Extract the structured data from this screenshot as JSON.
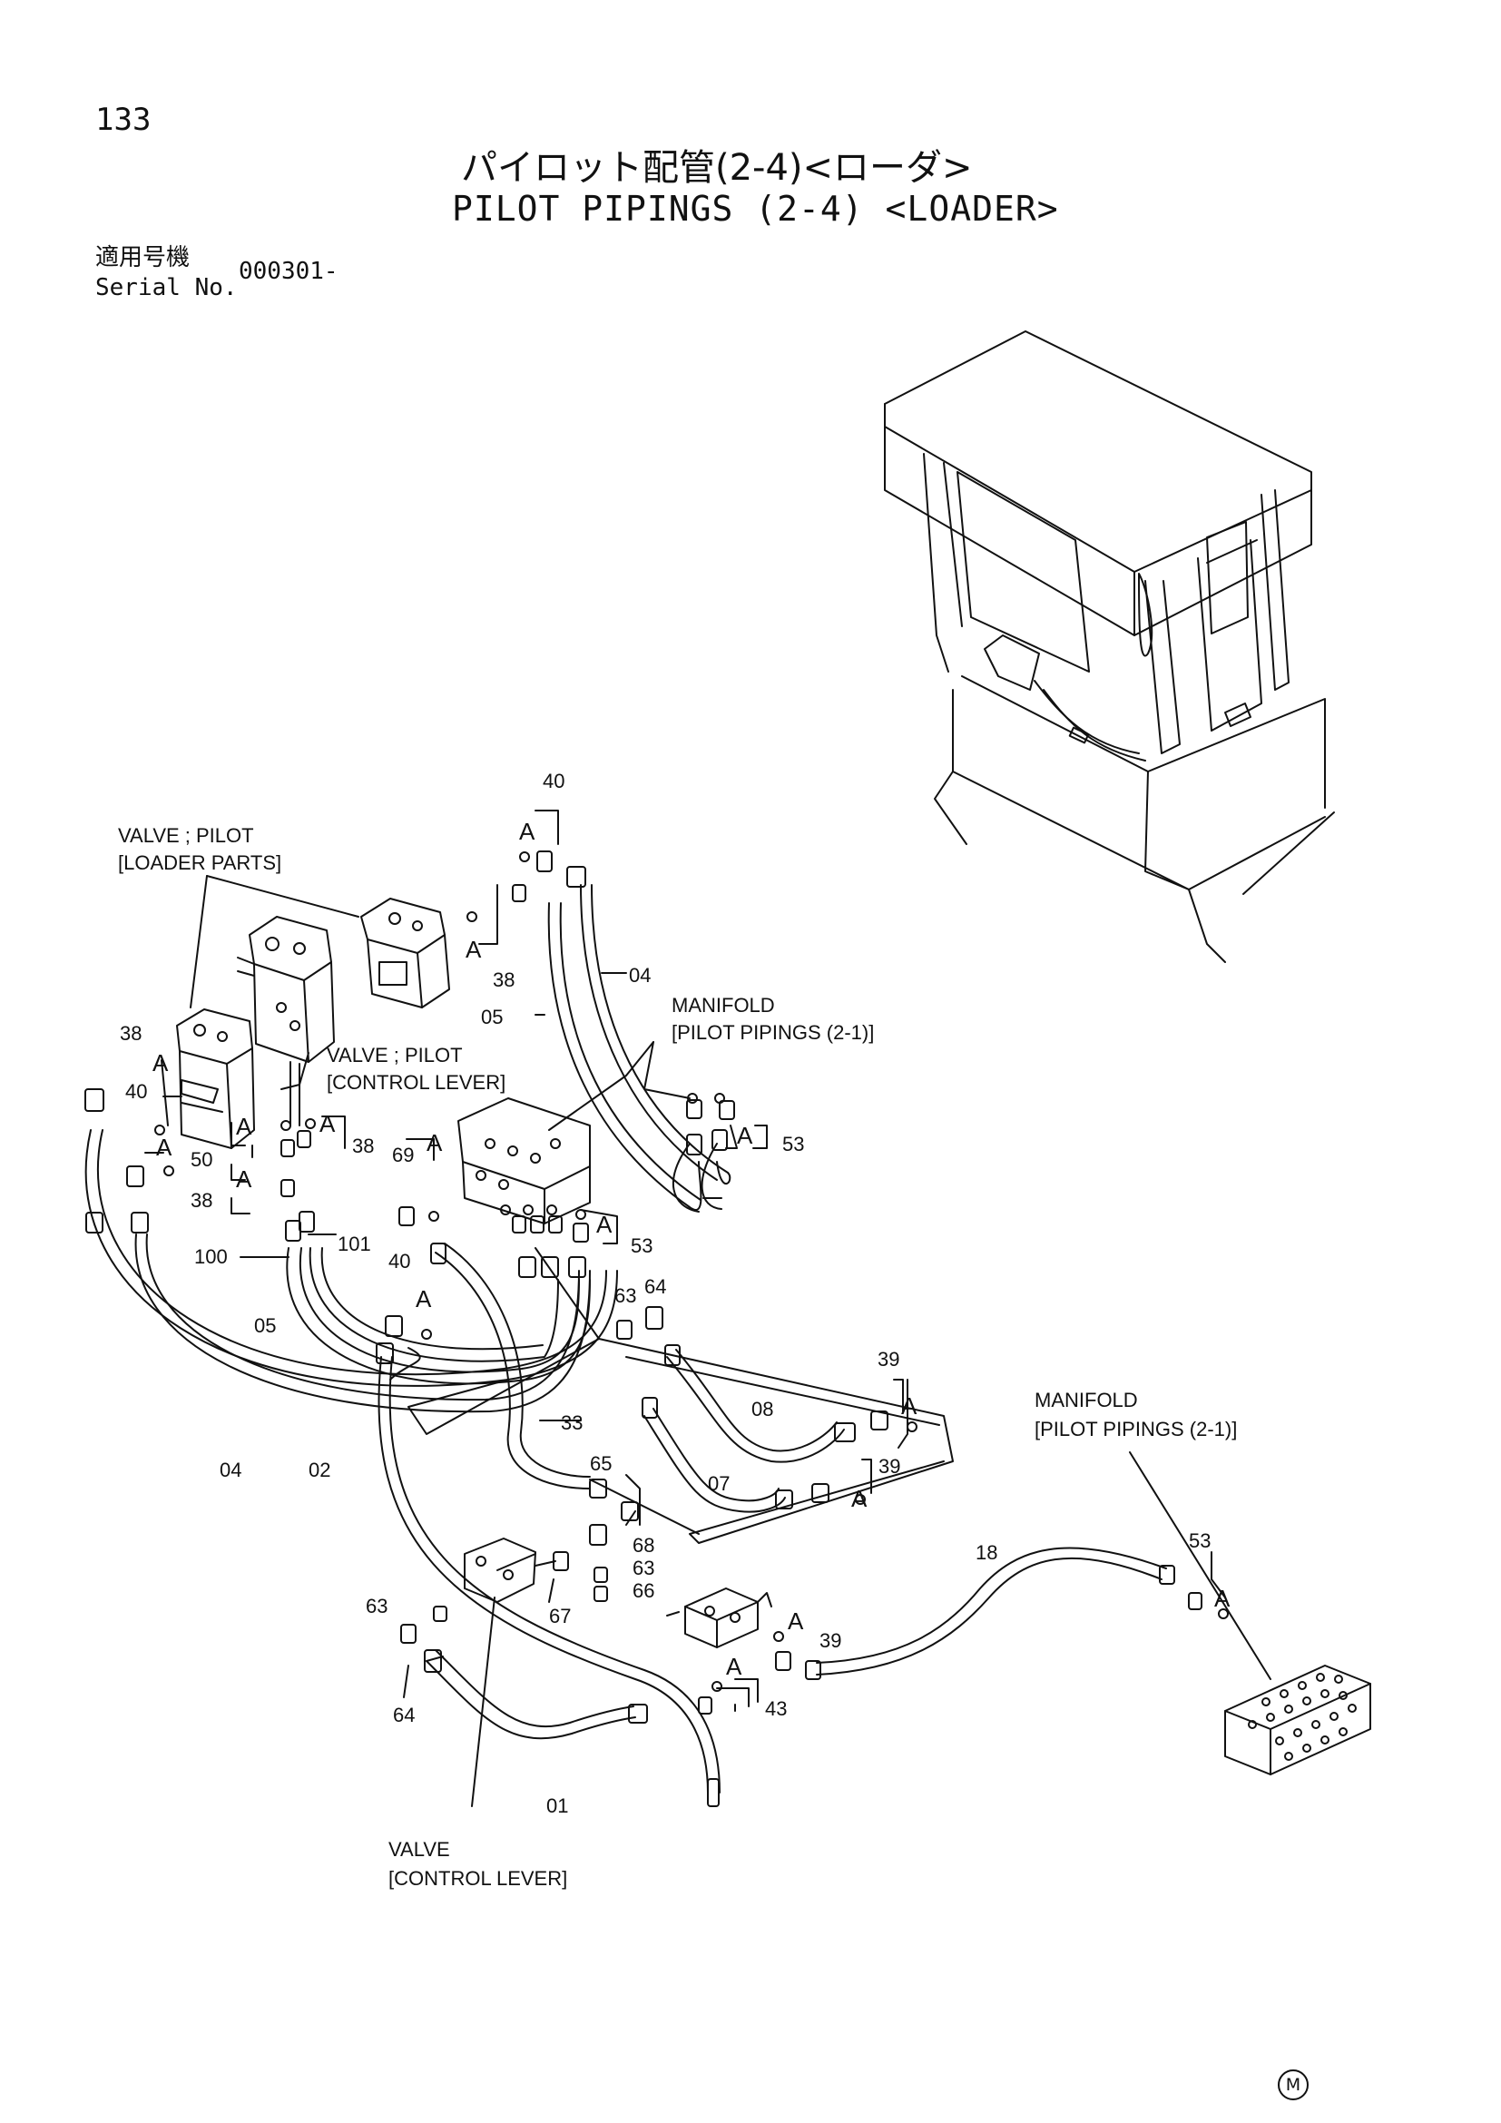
{
  "header": {
    "page_number": "133",
    "title_jp": "パイロット配管(2-4)<ローダ>",
    "title_en": "PILOT PIPINGS (2-4) <LOADER>",
    "serial_label_jp": "適用号機",
    "serial_label_en": "Serial No.",
    "serial_value": "000301-"
  },
  "callouts": {
    "valve_pilot_loader_1": "VALVE ; PILOT",
    "valve_pilot_loader_2": "[LOADER PARTS]",
    "valve_pilot_control_1": "VALVE ; PILOT",
    "valve_pilot_control_2": "[CONTROL LEVER]",
    "manifold_a_1": "MANIFOLD",
    "manifold_a_2": "[PILOT PIPINGS (2-1)]",
    "manifold_b_1": "MANIFOLD",
    "manifold_b_2": "[PILOT PIPINGS (2-1)]",
    "valve_control_1": "VALVE",
    "valve_control_2": "[CONTROL LEVER]"
  },
  "part_numbers": {
    "p40_top": "40",
    "p38_top": "38",
    "p04_top": "04",
    "p05_top": "05",
    "p38_left": "38",
    "p40_left": "40",
    "p50": "50",
    "p38_mid": "38",
    "p38_low": "38",
    "p69": "69",
    "p40_mid": "40",
    "p100": "100",
    "p101": "101",
    "p53_a": "53",
    "p53_b": "53",
    "p63_a": "63",
    "p64_a": "64",
    "p05_low": "05",
    "p04_low": "04",
    "p02": "02",
    "p33": "33",
    "p65": "65",
    "p07": "07",
    "p08": "08",
    "p39_a": "39",
    "p39_b": "39",
    "p68": "68",
    "p63_b": "63",
    "p66": "66",
    "p67": "67",
    "p63_c": "63",
    "p64_b": "64",
    "p39_c": "39",
    "p43": "43",
    "p01": "01",
    "p18": "18",
    "p53_c": "53"
  },
  "markers": {
    "a": "A"
  },
  "footer": {
    "symbol": "M"
  }
}
